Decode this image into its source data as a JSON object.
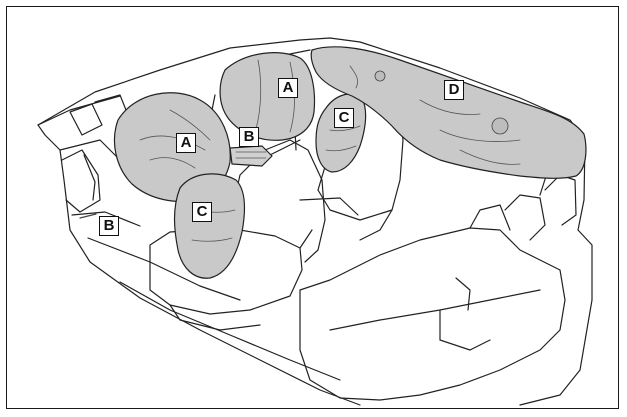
{
  "labels": {
    "a_front": "A",
    "a_passenger": "A",
    "b_center": "B",
    "b_left": "B",
    "c_driver": "C",
    "c_passenger": "C",
    "d_curtain": "D"
  }
}
